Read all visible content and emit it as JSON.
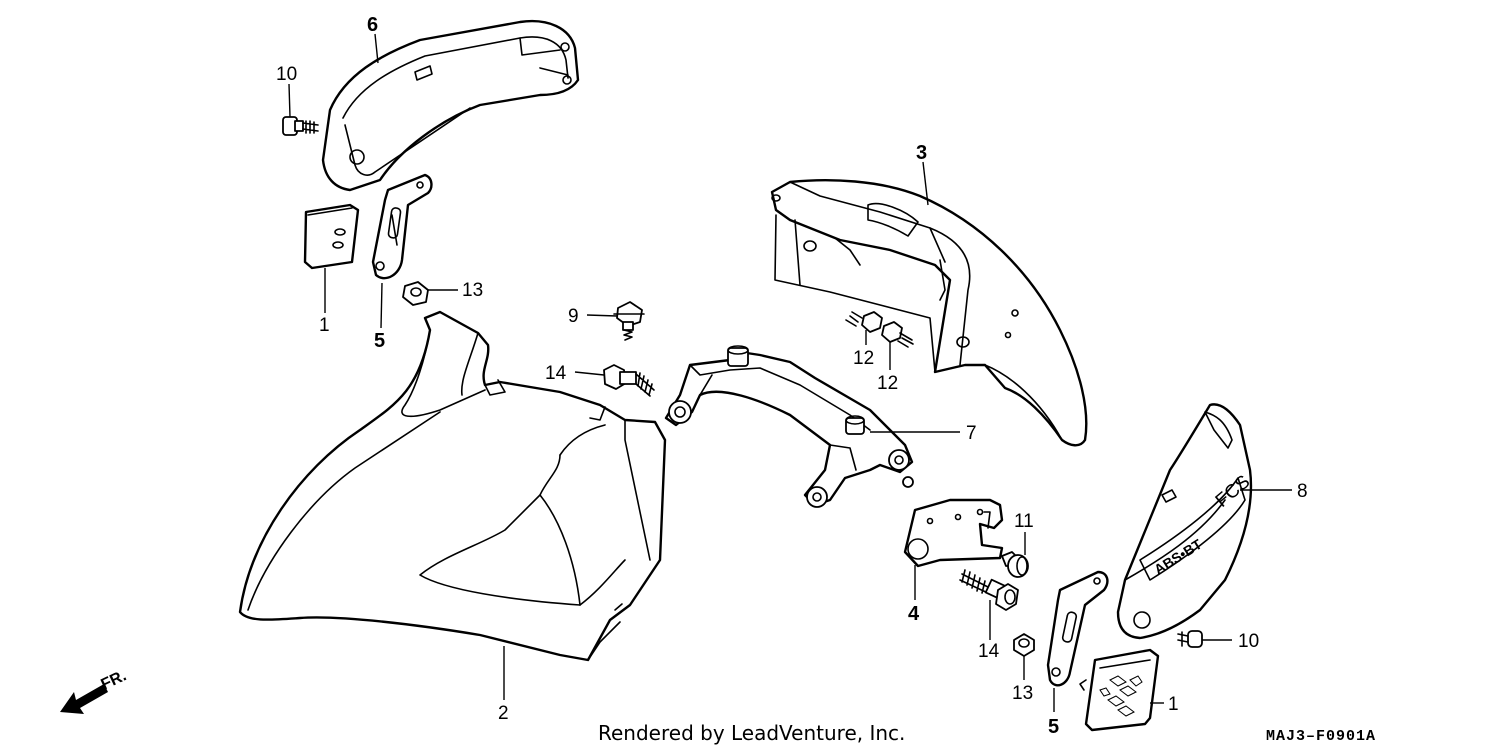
{
  "diagram": {
    "callouts": {
      "c1a": "1",
      "c1b": "1",
      "c2": "2",
      "c3": "3",
      "c4": "4",
      "c5a": "5",
      "c5b": "5",
      "c6": "6",
      "c7": "7",
      "c8": "8",
      "c9": "9",
      "c10a": "10",
      "c10b": "10",
      "c11": "11",
      "c12a": "12",
      "c12b": "12",
      "c13a": "13",
      "c13b": "13",
      "c14a": "14",
      "c14b": "14"
    },
    "direction_label": "FR.",
    "badge_text": "ABS•BT",
    "badge_small": "FCS",
    "credit": "Rendered by LeadVenture, Inc.",
    "diagram_code": "MAJ3–F0901A"
  }
}
